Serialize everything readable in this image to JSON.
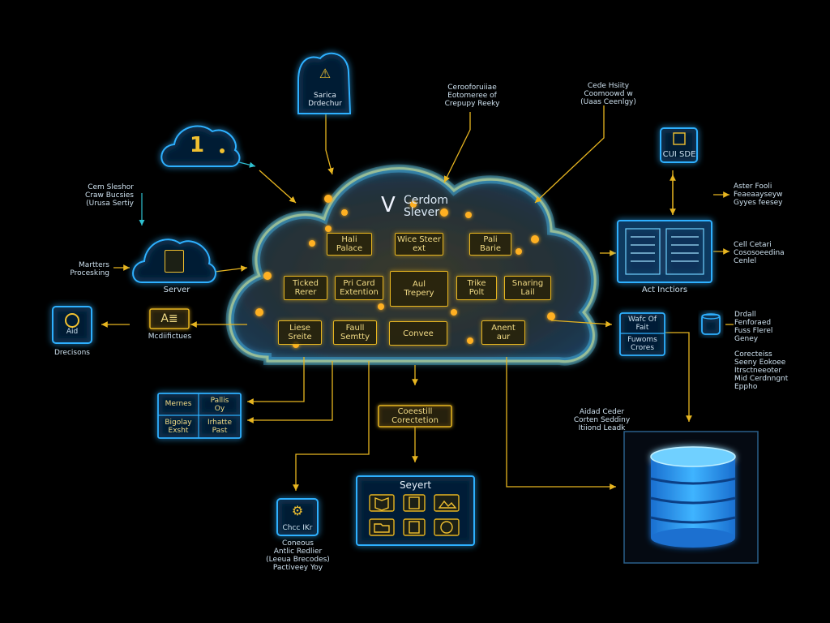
{
  "cloud": {
    "title_line1": "Cerdom",
    "title_line2": "Slever",
    "boxes": [
      {
        "id": "main-palace",
        "lines": [
          "Hali",
          "Palace"
        ]
      },
      {
        "id": "wice-steer",
        "lines": [
          "Wice Steer",
          "ext"
        ]
      },
      {
        "id": "pali-barie",
        "lines": [
          "Pali",
          "Barie"
        ]
      },
      {
        "id": "ticked-rerer",
        "lines": [
          "Ticked",
          "Rerer"
        ]
      },
      {
        "id": "pri-card-extention",
        "lines": [
          "Pri Card",
          "Extention"
        ]
      },
      {
        "id": "aul-trepery",
        "lines": [
          "Aul",
          "Trepery"
        ]
      },
      {
        "id": "trike-polt",
        "lines": [
          "Trike",
          "Polt"
        ]
      },
      {
        "id": "snaring-lail",
        "lines": [
          "Snaring",
          "Lail"
        ]
      },
      {
        "id": "liese-sreite",
        "lines": [
          "Liese",
          "Sreite"
        ]
      },
      {
        "id": "faull-semtty",
        "lines": [
          "Faull",
          "Semtty"
        ]
      },
      {
        "id": "convee",
        "lines": [
          "Convee"
        ]
      },
      {
        "id": "anent-aur",
        "lines": [
          "Anent",
          "aur"
        ]
      }
    ]
  },
  "nodes": {
    "top_service": {
      "line1": "Sarica",
      "line2": "Drdechur"
    },
    "cloud_one": {
      "number": "1"
    },
    "server_left": {
      "label": "Server"
    },
    "ai_decisions": {
      "line1": "Aid",
      "line2": "Drecisons"
    },
    "modifications": {
      "icon": "A≣",
      "label": "Mcdiifictues"
    },
    "grid": {
      "cells": [
        [
          "Mernes",
          "Pallis",
          "Oy"
        ],
        [
          "Bigolay",
          "Irhatte"
        ],
        [
          "Exsht",
          "Past"
        ]
      ]
    },
    "content_connection": {
      "line1": "Coeestill",
      "line2": "Corectetion"
    },
    "server_bottom": {
      "title": "Seyert"
    },
    "chcc_ikr": {
      "label": "Chcc IKr"
    },
    "cuisine": {
      "label": "CUI SDE"
    },
    "act_inctors": {
      "label": "Act Inctiors"
    },
    "warch": {
      "line1": "Wafc Of",
      "line2": "Fait",
      "line3": "Fuwoms",
      "line4": "Crores"
    }
  },
  "annotations": {
    "top_mid_left": [
      "Cerooforuiiae",
      "Eotomeree of",
      "Crepupy Reeky"
    ],
    "top_mid_right": [
      "Cede Hsiity",
      "Coomoowd w",
      "(Uaas Ceenlgy)"
    ],
    "left_upper": [
      "Cem Sleshor",
      "Craw Bucsies",
      "(Urusa Sertiy"
    ],
    "left_mid": [
      "Martters",
      "Procesking"
    ],
    "right_upper": [
      "Aster Fooli",
      "Feaeaayseyw",
      "Gyyes feesey"
    ],
    "right_mid": [
      "Cell Cetari",
      "Cososoeedina",
      "Cenlel"
    ],
    "right_side_a": [
      "Drdall",
      "Fenforaed",
      "Fuss Flerel",
      "Geney"
    ],
    "right_side_b": [
      "Corecteiss",
      "Seeny Eokoee",
      "Itrsctneeoter",
      "Mid Cerdnngnt",
      "Eppho"
    ],
    "bottom_right": [
      "Aidad Ceder",
      "Corten Seddiny",
      "Itiiond Leadk"
    ],
    "bottom_left": [
      "Coneous",
      "Antlic Redlier",
      "(Leeua Brecodes)",
      "Pactiveey Yoy"
    ]
  },
  "colors": {
    "accent_yellow": "#e7b520",
    "accent_blue": "#2fb0ff",
    "background": "#000000"
  }
}
